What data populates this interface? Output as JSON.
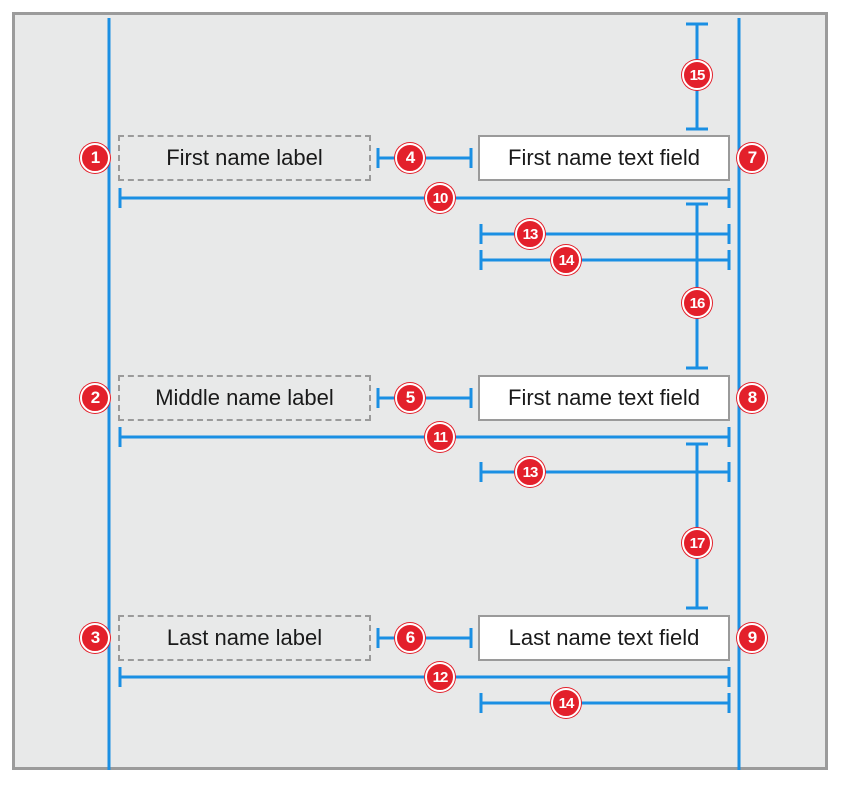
{
  "labels": {
    "first": "First name label",
    "middle": "Middle name label",
    "last": "Last name label"
  },
  "fields": {
    "first": "First name text field",
    "middle": "First name text field",
    "last": "Last name text field"
  },
  "callouts": [
    "1",
    "2",
    "3",
    "4",
    "5",
    "6",
    "7",
    "8",
    "9",
    "10",
    "11",
    "12",
    "13",
    "14",
    "15",
    "16",
    "17",
    "13",
    "14"
  ],
  "colors": {
    "guide": "#1a8fe3",
    "badge": "#e3202b",
    "canvas": "#e8e9e9",
    "border": "#9b9b9b"
  }
}
